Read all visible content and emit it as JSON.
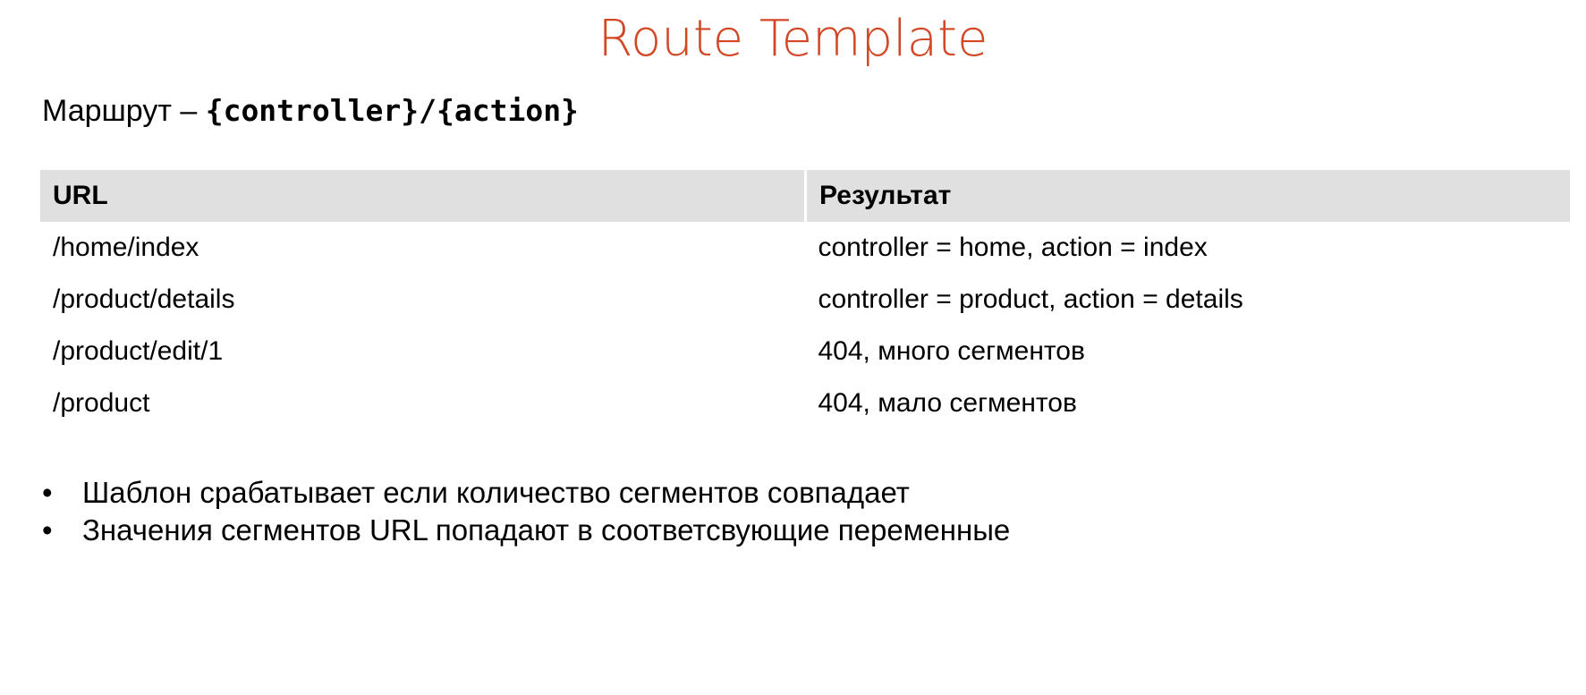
{
  "title": "Route Template",
  "route": {
    "label": "Маршрут – ",
    "template": "{controller}/{action}"
  },
  "table": {
    "headers": [
      "URL",
      "Результат"
    ],
    "rows": [
      [
        "/home/index",
        "controller = home, action = index"
      ],
      [
        "/product/details",
        "controller = product, action = details"
      ],
      [
        "/product/edit/1",
        "404, много сегментов"
      ],
      [
        "/product",
        "404, мало сегментов"
      ]
    ]
  },
  "bullet_symbol": "•",
  "bullets": [
    "Шаблон срабатывает если количество сегментов совпадает",
    "Значения сегментов URL попадают в соответсвующие переменные"
  ],
  "colors": {
    "title": "#D24726",
    "table_header_bg": "#E0E0E0"
  }
}
